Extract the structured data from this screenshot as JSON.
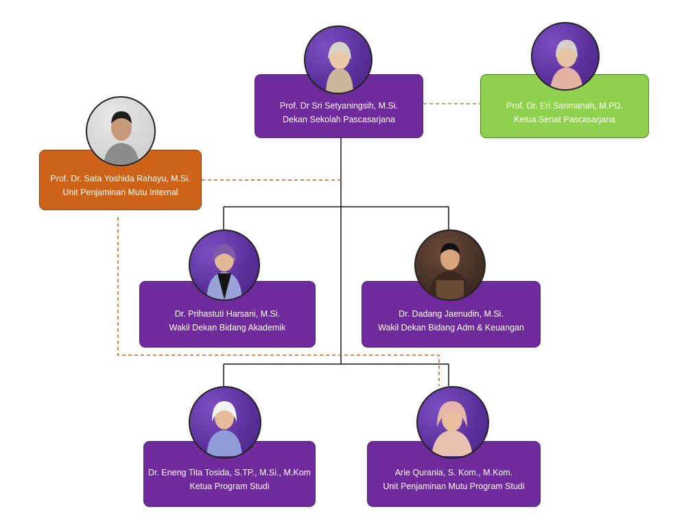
{
  "nodes": {
    "dekan": {
      "name": "Prof. Dr Sri Setyaningsih, M.Si.",
      "title": "Dekan Sekolah Pascasarjana",
      "icon": "person-photo-icon",
      "color": "#6f2b9c"
    },
    "senat": {
      "name": "Prof. Dr. Eri Sarimanah, M.PD.",
      "title": "Ketua Senat Pascasarjana",
      "icon": "person-photo-icon",
      "color": "#8fd14f"
    },
    "upmi": {
      "name": "Prof. Dr. Sata Yoshida Rahayu, M.Si.",
      "title": "Unit Penjaminan Mutu Internal",
      "icon": "person-photo-icon",
      "color": "#cc6319"
    },
    "wd_akademik": {
      "name": "Dr. Prihastuti Harsani, M.Si.",
      "title": "Wakil Dekan Bidang Akademik",
      "icon": "person-photo-icon",
      "color": "#6f2b9c"
    },
    "wd_keuangan": {
      "name": "Dr. Dadang Jaenudin, M.Si.",
      "title": "Wakil Dekan Bidang Adm & Keuangan",
      "icon": "person-photo-icon",
      "color": "#6f2b9c"
    },
    "kaprodi": {
      "name": "Dr. Eneng Tita Tosida, S.TP., M.Si., M.Kom",
      "title": "Ketua Program Studi",
      "icon": "person-photo-icon",
      "color": "#6f2b9c"
    },
    "upmps": {
      "name": "Arie Qurania, S. Kom., M.Kom.",
      "title": "Unit Penjaminan Mutu Program Studi",
      "icon": "person-photo-icon",
      "color": "#6f2b9c"
    }
  },
  "connector_colors": {
    "solid": "#111111",
    "senat_dashed": "#5aa532",
    "upm_dashed": "#cc6319"
  }
}
